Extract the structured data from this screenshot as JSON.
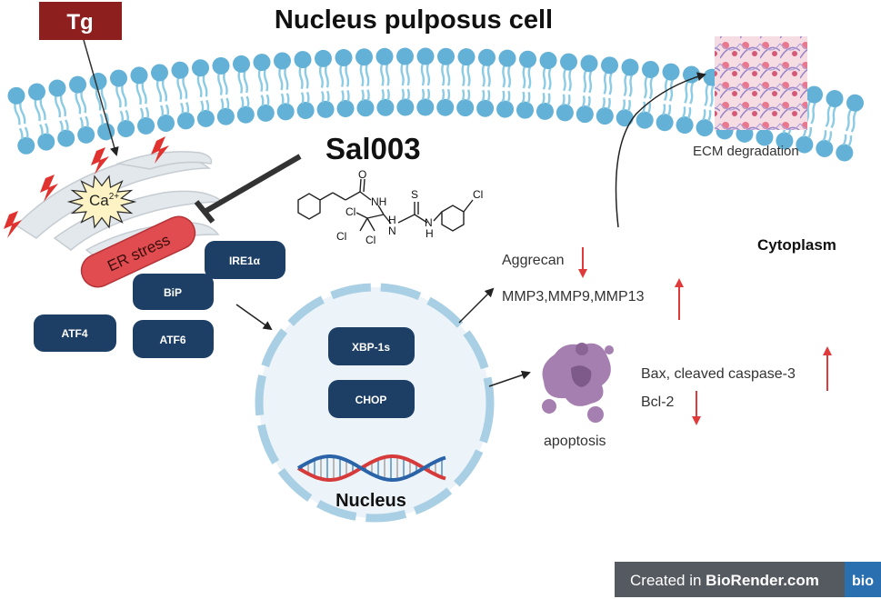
{
  "title": "Nucleus pulposus cell",
  "tg_label": "Tg",
  "ca_label": "Ca",
  "ca_superscript": "2+",
  "er_stress_label": "ER stress",
  "drug_label": "Sal003",
  "molecule_atoms": {
    "o": "O",
    "nh1": "NH",
    "s": "S",
    "cl_ring": "Cl",
    "cl1": "Cl",
    "cl2": "Cl",
    "cl3": "Cl",
    "h1": "H",
    "n1": "N",
    "n2": "N",
    "h2": "H"
  },
  "proteins": {
    "ire1a": "IRE1α",
    "bip": "BiP",
    "atf4": "ATF4",
    "atf6": "ATF6",
    "xbp1s": "XBP-1s",
    "chop": "CHOP"
  },
  "nucleus_label": "Nucleus",
  "cytoplasm_label": "Cytoplasm",
  "ecm_label": "ECM degradation",
  "aggrecan_label": "Aggrecan",
  "mmp_label": "MMP3,MMP9,MMP13",
  "bax_label": "Bax, cleaved caspase-3",
  "bcl2_label": "Bcl-2",
  "apoptosis_label": "apoptosis",
  "credit": {
    "prefix": "Created in ",
    "brand": "BioRender.com",
    "badge": "bio"
  },
  "colors": {
    "membrane_head": "#63b1d6",
    "membrane_tail": "#8ccbe4",
    "protein_fill": "#1d3f66",
    "er_stress_fill": "#e04c4f",
    "tg_fill": "#8e1f1f",
    "arrow_up_down": "#e03a3a",
    "apoptosis_fill": "#a57fb0",
    "nucleus_border": "#a9cfe4"
  },
  "arrows": {
    "aggrecan": "down",
    "mmp": "up",
    "bax": "up",
    "bcl2": "down"
  }
}
